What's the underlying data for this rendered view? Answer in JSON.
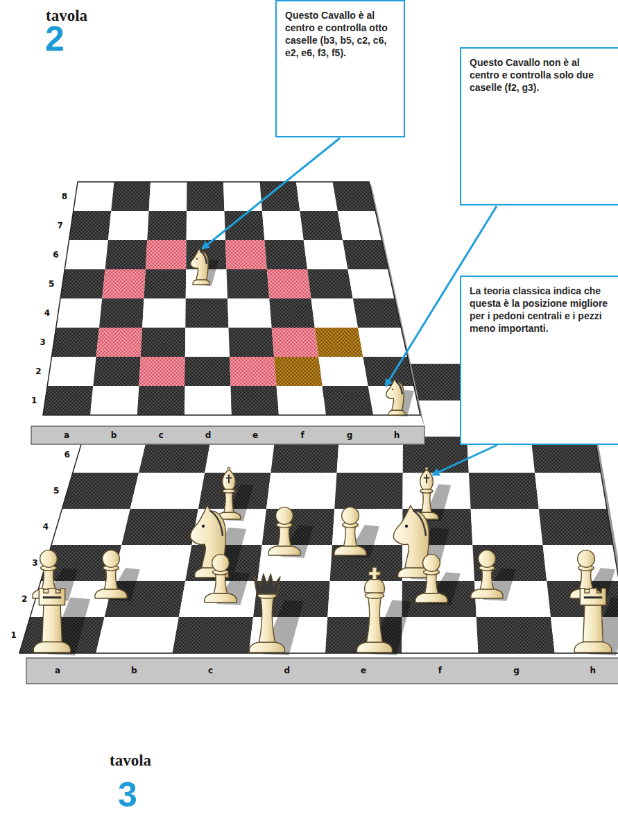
{
  "diagram": {
    "nodes": [
      {
        "text": [
          "Questo Cavallo è al centro e controlla otto caselle (b3, b5, c2, c6, e2, e6, f3, f5)."
        ]
      },
      {
        "text": [
          "Questo Cavallo non è al centro e controlla solo due caselle (f2, g3)."
        ]
      },
      {
        "text": [
          "La teoria classica indica che questa è la posizione migliore per i pedoni centrali e i pezzi meno importanti."
        ]
      }
    ],
    "labels": [
      "tavola",
      "2",
      "8",
      "7",
      "6",
      "5",
      "4",
      "3",
      "2",
      "1",
      "a",
      "b",
      "c",
      "d",
      "e",
      "f",
      "g",
      "h",
      "6",
      "5",
      "4",
      "3",
      "2",
      "1",
      "a",
      "b",
      "c",
      "d",
      "e",
      "f",
      "g",
      "h",
      "tavola",
      "3"
    ]
  }
}
